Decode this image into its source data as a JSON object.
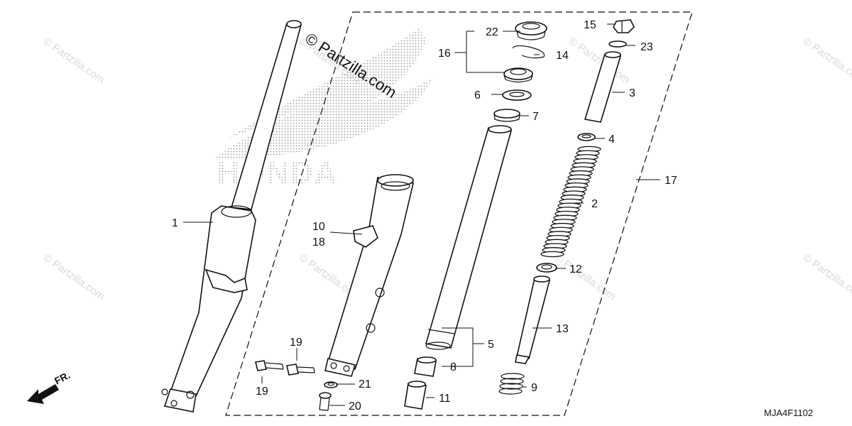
{
  "watermark_main": "© Partzilla.com",
  "watermark_small": "© Partzilla.com",
  "brand": "HONDA",
  "direction_label": "FR.",
  "diagram_code": "MJA4F1102",
  "callouts": {
    "c1": "1",
    "c2": "2",
    "c3": "3",
    "c4": "4",
    "c5": "5",
    "c6": "6",
    "c7": "7",
    "c8": "8",
    "c9": "9",
    "c10": "10",
    "c11": "11",
    "c12": "12",
    "c13": "13",
    "c14": "14",
    "c15": "15",
    "c16": "16",
    "c17": "17",
    "c18": "18",
    "c19a": "19",
    "c19b": "19",
    "c20": "20",
    "c21": "21",
    "c22": "22",
    "c23": "23"
  }
}
